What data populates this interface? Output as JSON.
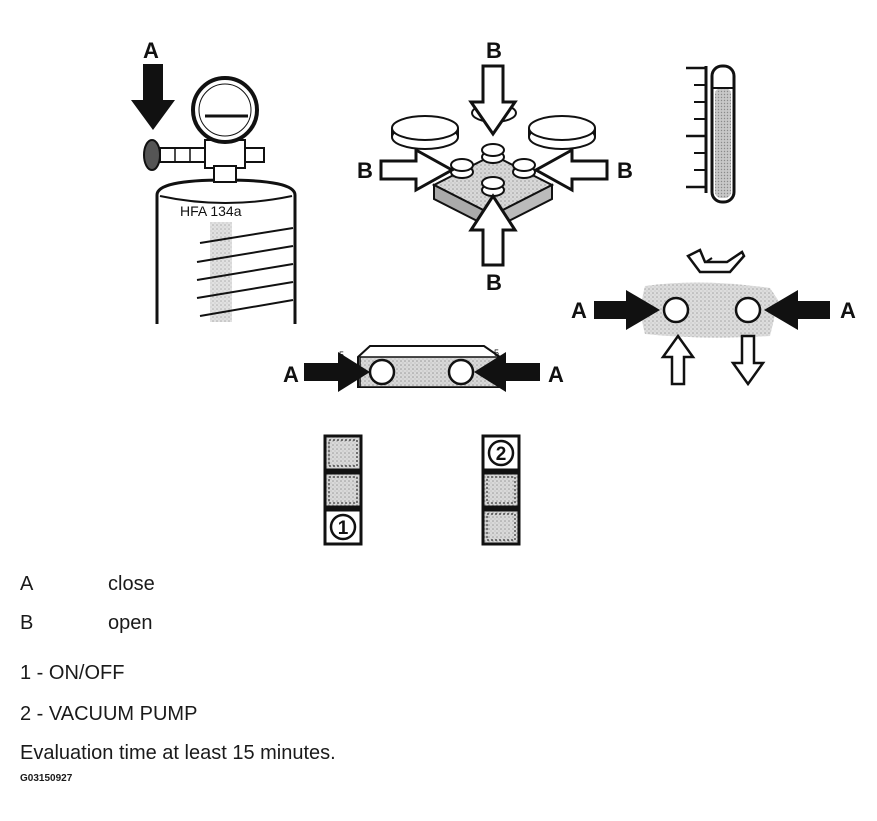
{
  "diagram": {
    "cylinder_label": "HFA 134a",
    "arrow_labels": {
      "a": "A",
      "b": "B"
    },
    "switch_numbers": {
      "one": "1",
      "two": "2"
    }
  },
  "legend": [
    {
      "key": "A",
      "value": "close"
    },
    {
      "key": "B",
      "value": "open"
    }
  ],
  "steps": [
    "1 - ON/OFF",
    "2 - VACUUM PUMP"
  ],
  "note": "Evaluation time at least 15 minutes.",
  "figure_code": "G03150927"
}
